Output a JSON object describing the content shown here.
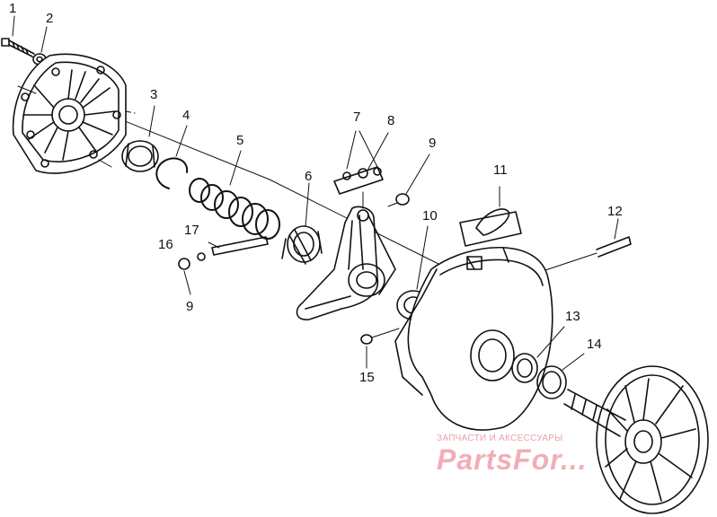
{
  "diagram": {
    "line_color": "#111111",
    "callouts": [
      {
        "id": "c1",
        "text": "1"
      },
      {
        "id": "c2",
        "text": "2"
      },
      {
        "id": "c3",
        "text": "3"
      },
      {
        "id": "c4",
        "text": "4"
      },
      {
        "id": "c5",
        "text": "5"
      },
      {
        "id": "c6",
        "text": "6"
      },
      {
        "id": "c7",
        "text": "7"
      },
      {
        "id": "c8",
        "text": "8"
      },
      {
        "id": "c9a",
        "text": "9"
      },
      {
        "id": "c9b",
        "text": "9"
      },
      {
        "id": "c10",
        "text": "10"
      },
      {
        "id": "c11",
        "text": "11"
      },
      {
        "id": "c12",
        "text": "12"
      },
      {
        "id": "c13",
        "text": "13"
      },
      {
        "id": "c14",
        "text": "14"
      },
      {
        "id": "c15",
        "text": "15"
      },
      {
        "id": "c16",
        "text": "16"
      },
      {
        "id": "c17",
        "text": "17"
      }
    ]
  },
  "watermark": {
    "caption": "ЗАПЧАСТИ И АКСЕССУАРЫ",
    "logo": "PartsFor...",
    "color": "#f0a0aa"
  }
}
